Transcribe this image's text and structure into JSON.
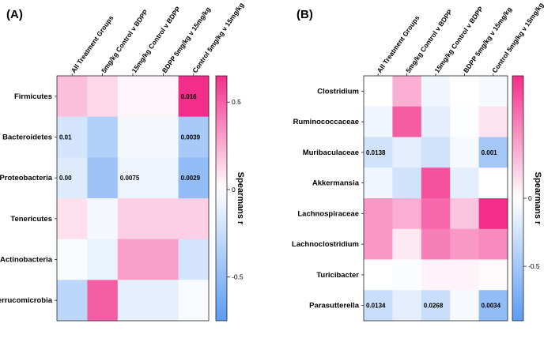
{
  "chart_data": [
    {
      "type": "heatmap",
      "panel_label": "(A)",
      "columns": [
        "All Treatment Groups",
        "5mg/kg Control v BDPP",
        "15mg/kg Control v BDPP",
        "BDPP 5mg/kg v 15mg/kg",
        "Control 5mg/kg v 15mg/kg"
      ],
      "rows": [
        "Firmicutes",
        "Bacteroidetes",
        "Proteobacteria",
        "Tenericutes",
        "Actinobacteria",
        "Verrucomicrobia"
      ],
      "values": [
        [
          0.2,
          0.12,
          0.03,
          0.03,
          0.65
        ],
        [
          -0.2,
          -0.35,
          -0.05,
          -0.05,
          -0.4
        ],
        [
          -0.15,
          -0.45,
          -0.08,
          -0.08,
          -0.5
        ],
        [
          0.1,
          -0.05,
          0.15,
          0.15,
          0.15
        ],
        [
          -0.03,
          -0.1,
          0.3,
          0.3,
          -0.2
        ],
        [
          -0.3,
          0.5,
          -0.12,
          -0.12,
          -0.03
        ]
      ],
      "cell_labels": [
        [
          "",
          "",
          "",
          "",
          "0.016"
        ],
        [
          "0.01",
          "",
          "",
          "",
          "0.0039"
        ],
        [
          "0.00",
          "",
          "0.0075",
          "",
          "0.0029"
        ],
        [
          "",
          "",
          "",
          "",
          ""
        ],
        [
          "",
          "",
          "",
          "",
          ""
        ],
        [
          "",
          "",
          "",
          "",
          ""
        ]
      ],
      "colorbar": {
        "title": "Spearmans r",
        "ticks": [
          0.5,
          0,
          -0.5
        ],
        "tick_labels": [
          "0.5",
          "0",
          "-0.5"
        ],
        "range": [
          -0.75,
          0.65
        ]
      },
      "colors": {
        "negative": "#5b9bf2",
        "zero": "#ffffff",
        "positive": "#f22e8a"
      }
    },
    {
      "type": "heatmap",
      "panel_label": "(B)",
      "columns": [
        "All Treatment Groups",
        "5mg/kg Control v BDPP",
        "15mg/kg Control v BDPP",
        "BDPP 5mg/kg v 15mg/kg",
        "Control 5mg/kg v 15mg/kg"
      ],
      "rows": [
        "Clostridium",
        "Ruminococcaceae",
        "Muribaculaceae",
        "Akkermansia",
        "Lachnospiraceae",
        "Lachnoclostridium",
        "Turicibacter",
        "Parasutterella"
      ],
      "values": [
        [
          0.0,
          0.35,
          -0.08,
          0.0,
          -0.05
        ],
        [
          -0.08,
          0.7,
          -0.15,
          -0.02,
          0.12
        ],
        [
          -0.25,
          -0.15,
          -0.25,
          -0.05,
          -0.5
        ],
        [
          -0.08,
          -0.25,
          0.75,
          -0.15,
          0.0
        ],
        [
          0.45,
          0.35,
          0.65,
          0.25,
          0.9
        ],
        [
          0.45,
          0.1,
          0.55,
          0.45,
          0.5
        ],
        [
          0.0,
          -0.03,
          0.05,
          0.05,
          0.02
        ],
        [
          -0.3,
          -0.15,
          -0.3,
          -0.05,
          -0.6
        ]
      ],
      "cell_labels": [
        [
          "",
          "",
          "",
          "",
          ""
        ],
        [
          "",
          "",
          "",
          "",
          ""
        ],
        [
          "0.0138",
          "",
          "",
          "",
          "0.001"
        ],
        [
          "",
          "",
          "",
          "",
          ""
        ],
        [
          "",
          "",
          "",
          "",
          ""
        ],
        [
          "",
          "",
          "",
          "",
          ""
        ],
        [
          "",
          "",
          "",
          "",
          ""
        ],
        [
          "0.0134",
          "",
          "0.0268",
          "",
          "0.0034"
        ]
      ],
      "colorbar": {
        "title": "Spearmans r",
        "ticks": [
          0,
          -0.5
        ],
        "tick_labels": [
          "0",
          "-0.5"
        ],
        "range": [
          -0.9,
          0.9
        ]
      },
      "colors": {
        "negative": "#5b9bf2",
        "zero": "#ffffff",
        "positive": "#f22e8a"
      }
    }
  ]
}
